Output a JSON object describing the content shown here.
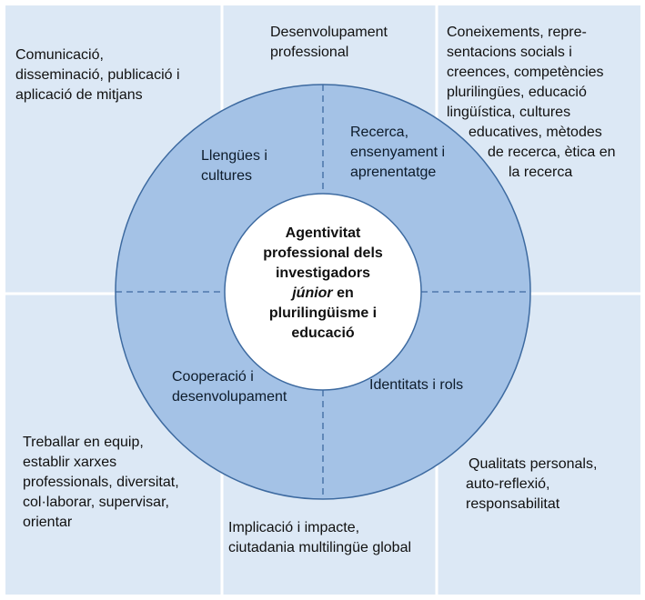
{
  "colors": {
    "panel": "#dce8f5",
    "grid_line": "#ffffff",
    "ring_fill": "#a4c2e6",
    "ring_stroke": "#3d6aa0",
    "center_fill": "#ffffff"
  },
  "center": {
    "line1": "Agentivitat",
    "line2": "professional dels",
    "line3": "investigadors",
    "line4_italic": "júnior",
    "line4_rest": " en",
    "line5": "plurilingüisme i",
    "line6": "educació"
  },
  "ring_segments": {
    "top_left": [
      "Llengües i",
      "cultures"
    ],
    "top_right": [
      "Recerca,",
      "ensenyament i",
      "aprenentatge"
    ],
    "bottom_left": [
      "Cooperació i",
      "desenvolupament"
    ],
    "bottom_right": [
      "Identitats i rols"
    ]
  },
  "outer_labels": {
    "top_left": [
      "Comunicació,",
      "disseminació, publicació i",
      "aplicació de mitjans"
    ],
    "top_center": [
      "Desenvolupament",
      "professional"
    ],
    "top_right": [
      "Coneixements, repre-",
      "sentacions socials i",
      "creences, competències",
      "plurilingües, educació",
      "lingüística, cultures",
      "educatives, mètodes",
      "de recerca, ètica en",
      "la recerca"
    ],
    "bottom_left": [
      "Treballar en equip,",
      "establir xarxes",
      "professionals, diversitat,",
      "col·laborar, supervisar,",
      "orientar"
    ],
    "bottom_center": [
      "Implicació i impacte,",
      "ciutadania multilingüe global"
    ],
    "bottom_right": [
      "Qualitats personals,",
      "auto-reflexió,",
      "responsabilitat"
    ]
  }
}
